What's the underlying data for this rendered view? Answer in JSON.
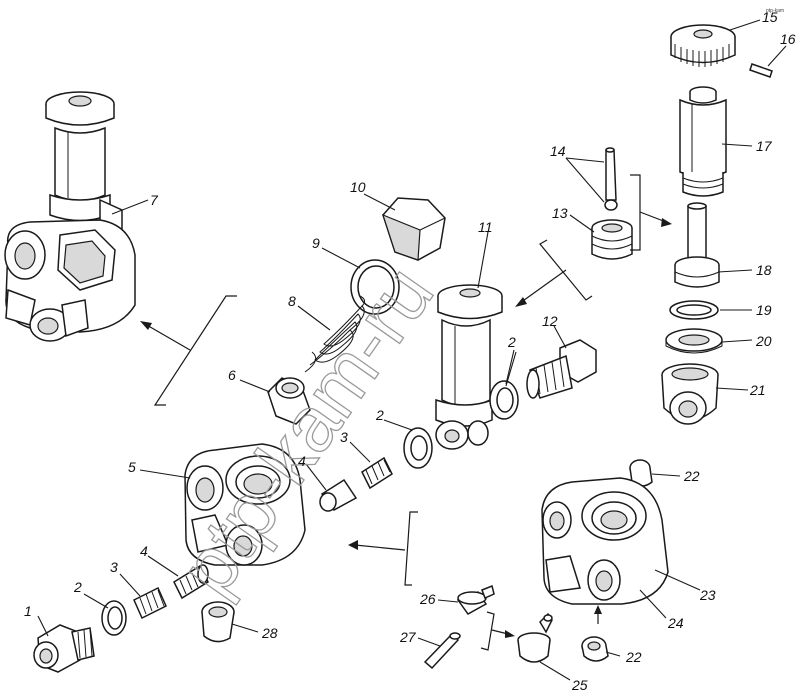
{
  "watermark": "ptp-kam-ru",
  "corner_mark": "ptp-kam",
  "labels": {
    "l1": "1",
    "l2a": "2",
    "l2b": "2",
    "l2c": "2",
    "l3a": "3",
    "l3b": "3",
    "l4a": "4",
    "l4b": "4",
    "l5": "5",
    "l6": "6",
    "l7": "7",
    "l8": "8",
    "l9": "9",
    "l10": "10",
    "l11": "11",
    "l12": "12",
    "l13": "13",
    "l14": "14",
    "l15": "15",
    "l16": "16",
    "l17": "17",
    "l18": "18",
    "l19": "19",
    "l20": "20",
    "l21": "21",
    "l22a": "22",
    "l22b": "22",
    "l23": "23",
    "l24": "24",
    "l25": "25",
    "l26": "26",
    "l27": "27",
    "l28": "28"
  },
  "colors": {
    "ink": "#1a1a1a",
    "shade": "#d9d9d9",
    "watermark": "#9a9a9a"
  }
}
